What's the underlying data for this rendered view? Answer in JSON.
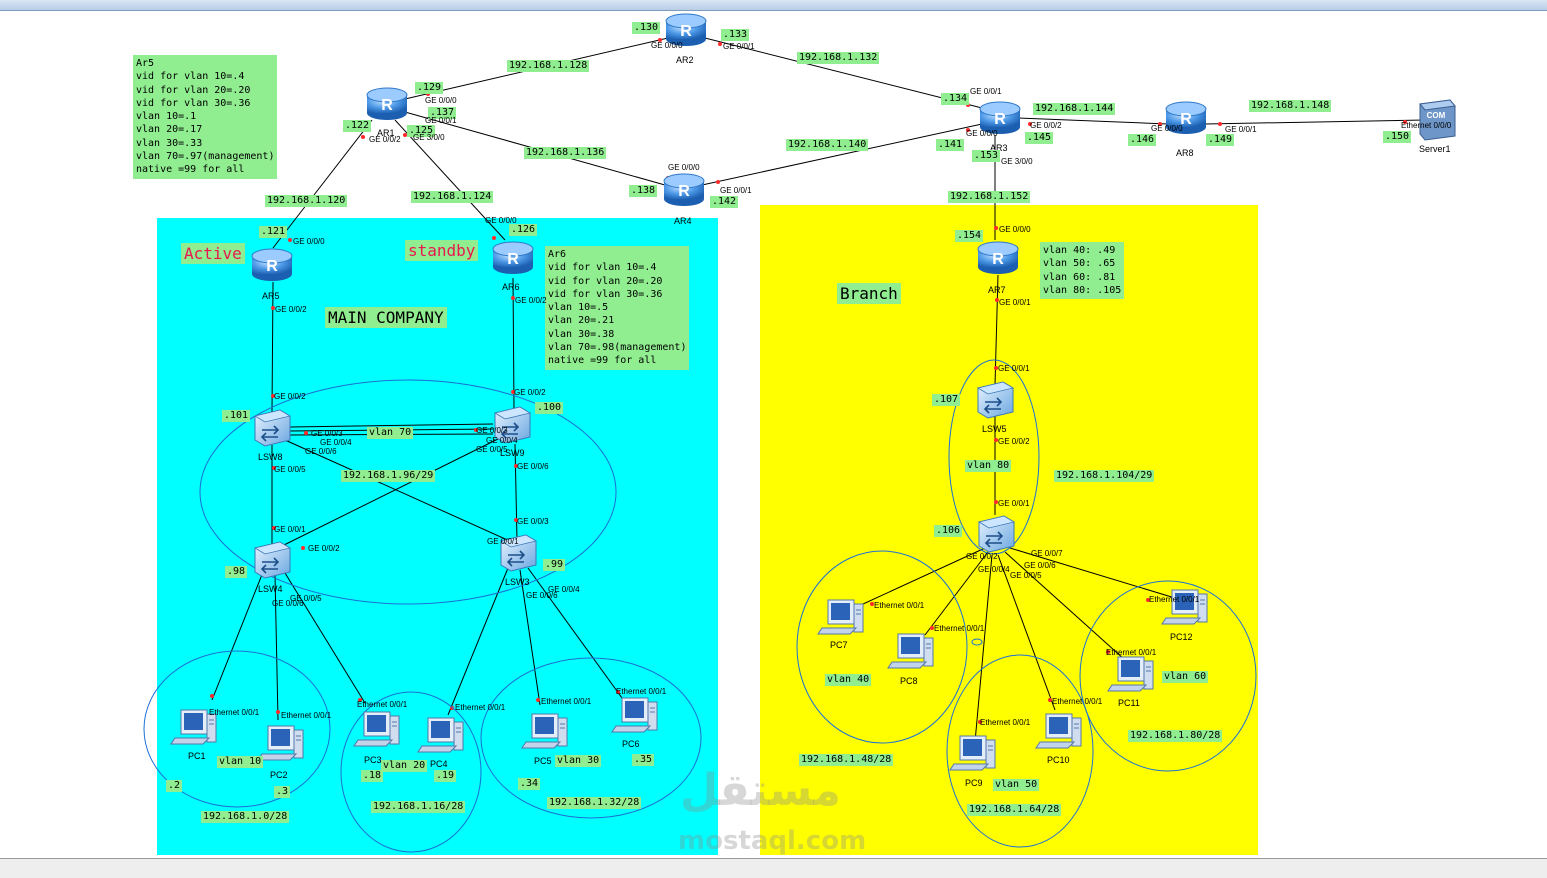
{
  "zones": {
    "main": "MAIN COMPANY",
    "branch": "Branch"
  },
  "roles": {
    "active": "Active",
    "standby": "standby"
  },
  "notes": {
    "ar5": "Ar5\nvid for vlan 10=.4\nvid for vlan 20=.20\nvid for vlan 30=.36\nvlan 10=.1\nvlan 20=.17\nvlan 30=.33\nvlan 70=.97(management)\nnative =99 for all",
    "ar6": "Ar6\nvid for vlan 10=.4\nvid for vlan 20=.20\nvid for vlan 30=.36\nvlan 10=.5\nvlan 20=.21\nvlan 30=.38\nvlan 70=.98(management)\nnative =99 for all",
    "ar7": "vlan 40: .49\nvlan 50: .65\nvlan 60: .81\nvlan 80: .105"
  },
  "devices": {
    "ar1": "AR1",
    "ar2": "AR2",
    "ar3": "AR3",
    "ar4": "AR4",
    "ar5": "AR5",
    "ar6": "AR6",
    "ar7": "AR7",
    "ar8": "AR8",
    "lsw3": "LSW3",
    "lsw4": "LSW4",
    "lsw5": "LSW5",
    "lsw8": "LSW8",
    "lsw9": "LSW9",
    "pc1": "PC1",
    "pc2": "PC2",
    "pc3": "PC3",
    "pc4": "PC4",
    "pc5": "PC5",
    "pc6": "PC6",
    "pc7": "PC7",
    "pc8": "PC8",
    "pc9": "PC9",
    "pc10": "PC10",
    "pc11": "PC11",
    "pc12": "PC12",
    "server1": "Server1",
    "server_tag": "COM"
  },
  "labels": {
    "n128": "192.168.1.128",
    "n132": "192.168.1.132",
    "n136": "192.168.1.136",
    "n140": "192.168.1.140",
    "n144": "192.168.1.144",
    "n148": "192.168.1.148",
    "n120": "192.168.1.120",
    "n124": "192.168.1.124",
    "n152": "192.168.1.152",
    "n96": "192.168.1.96/29",
    "n104": "192.168.1.104/29",
    "n0": "192.168.1.0/28",
    "n16": "192.168.1.16/28",
    "n32": "192.168.1.32/28",
    "n48": "192.168.1.48/28",
    "n64": "192.168.1.64/28",
    "n80": "192.168.1.80/28",
    "h130": ".130",
    "h133": ".133",
    "h129": ".129",
    "h137": ".137",
    "h125": ".125",
    "h122": ".122",
    "h134": ".134",
    "h141": ".141",
    "h153": ".153",
    "h145": ".145",
    "h146": ".146",
    "h149": ".149",
    "h150": ".150",
    "h138": ".138",
    "h142": ".142",
    "h121": ".121",
    "h126": ".126",
    "h154": ".154",
    "h101": ".101",
    "h100": ".100",
    "h98": ".98",
    "h99": ".99",
    "h107": ".107",
    "h106": ".106",
    "h2": ".2",
    "h3": ".3",
    "h18": ".18",
    "h19": ".19",
    "h34": ".34",
    "h35": ".35",
    "v70": "vlan 70",
    "v10": "vlan 10",
    "v20": "vlan 20",
    "v30": "vlan 30",
    "v40": "vlan 40",
    "v50": "vlan 50",
    "v60": "vlan 60",
    "v80": "vlan 80"
  },
  "ports": {
    "ge000": "GE 0/0/0",
    "ge001": "GE 0/0/1",
    "ge002": "GE 0/0/2",
    "ge003": "GE 0/0/3",
    "ge004": "GE 0/0/4",
    "ge005": "GE 0/0/5",
    "ge006": "GE 0/0/6",
    "ge007": "GE 0/0/7",
    "ge300": "GE 3/0/0",
    "eth001": "Ethernet 0/0/1",
    "eth000": "Ethernet 0/0/0"
  },
  "watermark": {
    "ar": "مستقل",
    "en": "mostaql.com"
  },
  "colors": {
    "main_zone": "#00ffff",
    "branch_zone": "#ffff00",
    "label_bg": "#90ee90",
    "vlan_ring": "#1c6fd6",
    "role_text": "#e8174f",
    "router": "#3d8fe0"
  }
}
